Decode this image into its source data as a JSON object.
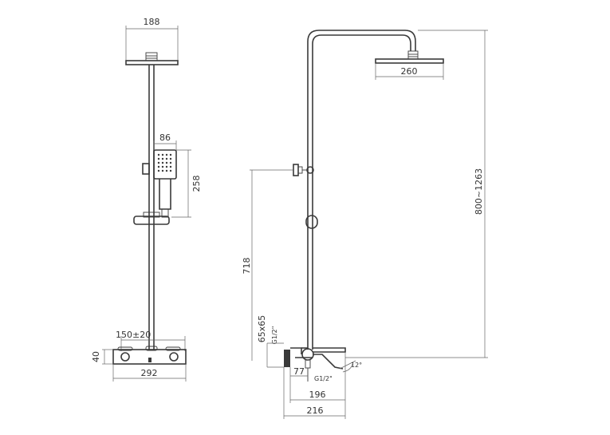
{
  "front_view": {
    "head_width": "188",
    "hand_width": "86",
    "hand_length": "258",
    "eccentric_adjust": "150±20",
    "valve_height": "40",
    "valve_width": "292"
  },
  "side_view": {
    "head_diameter": "260",
    "total_height": "800~1263",
    "hand_holder_height": "718",
    "connector_size": "65x65",
    "thread_top": "G1/2\"",
    "thread_bottom": "G1/2\"",
    "inlet_depth": "77",
    "spout_angle": "12°",
    "projection_196": "196",
    "projection_216": "216"
  }
}
